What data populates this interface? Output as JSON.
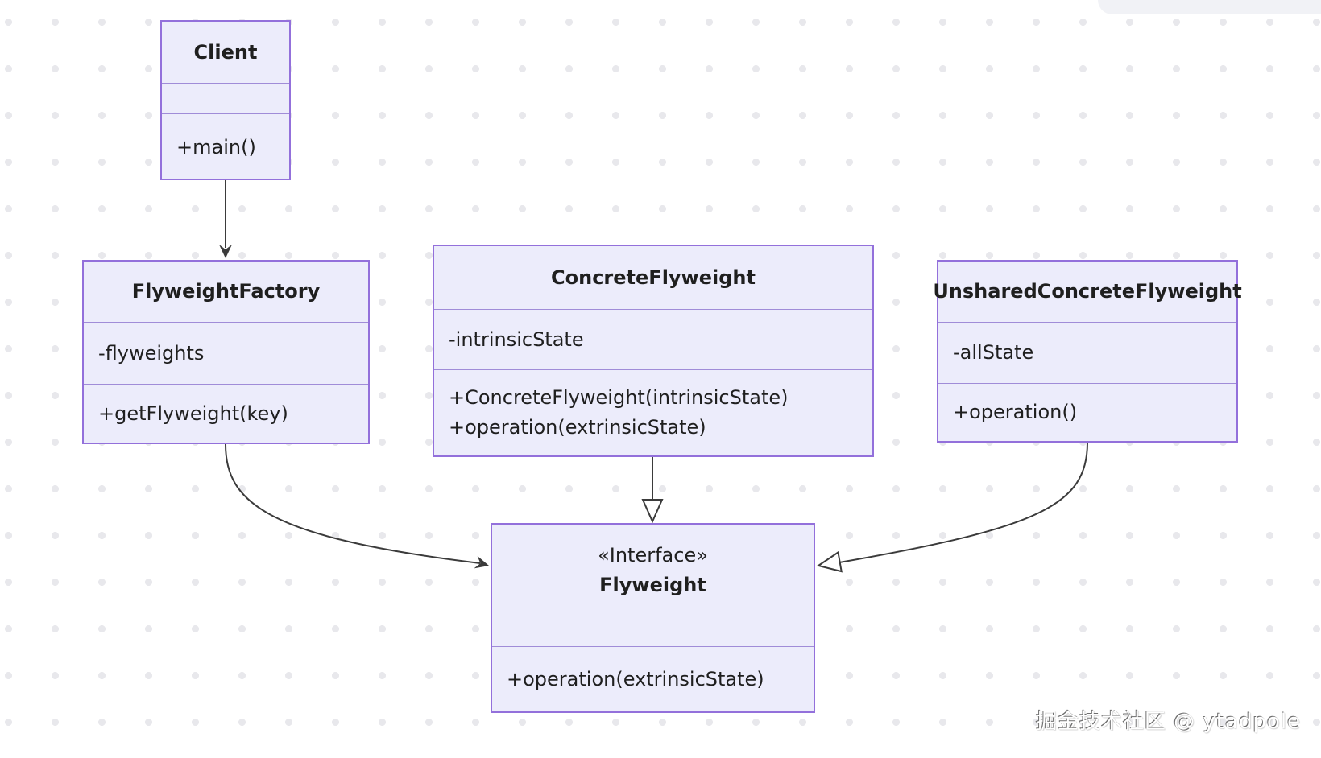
{
  "diagram": {
    "type": "uml-class-diagram",
    "pattern": "Flyweight",
    "classes": {
      "client": {
        "name": "Client",
        "stereotype": "",
        "attributes": [],
        "methods": [
          "+main()"
        ]
      },
      "factory": {
        "name": "FlyweightFactory",
        "stereotype": "",
        "attributes": [
          "-flyweights"
        ],
        "methods": [
          "+getFlyweight(key)"
        ]
      },
      "concrete": {
        "name": "ConcreteFlyweight",
        "stereotype": "",
        "attributes": [
          "-intrinsicState"
        ],
        "methods": [
          "+ConcreteFlyweight(intrinsicState)",
          "+operation(extrinsicState)"
        ]
      },
      "unshared": {
        "name": "UnsharedConcreteFlyweight",
        "stereotype": "",
        "attributes": [
          "-allState"
        ],
        "methods": [
          "+operation()"
        ]
      },
      "flyweight": {
        "name": "Flyweight",
        "stereotype": "«Interface»",
        "attributes": [],
        "methods": [
          "+operation(extrinsicState)"
        ]
      }
    },
    "relations": [
      {
        "from": "Client",
        "to": "FlyweightFactory",
        "type": "association",
        "arrowhead": "filled-vee"
      },
      {
        "from": "FlyweightFactory",
        "to": "Flyweight",
        "type": "association",
        "arrowhead": "filled-vee"
      },
      {
        "from": "ConcreteFlyweight",
        "to": "Flyweight",
        "type": "realization",
        "arrowhead": "hollow-triangle"
      },
      {
        "from": "UnsharedConcreteFlyweight",
        "to": "Flyweight",
        "type": "realization",
        "arrowhead": "hollow-triangle"
      }
    ]
  },
  "colors": {
    "node_fill": "#ECECFB",
    "node_border": "#9370DB",
    "divider": "#A08CD8",
    "edge": "#3B3B3B",
    "text": "#1F1F1F",
    "background": "#FFFFFF",
    "grid_dot": "#E8E8EC",
    "corner_panel": "#F1F2F6"
  },
  "watermark": {
    "text": "掘金技术社区 @ ytadpole"
  }
}
